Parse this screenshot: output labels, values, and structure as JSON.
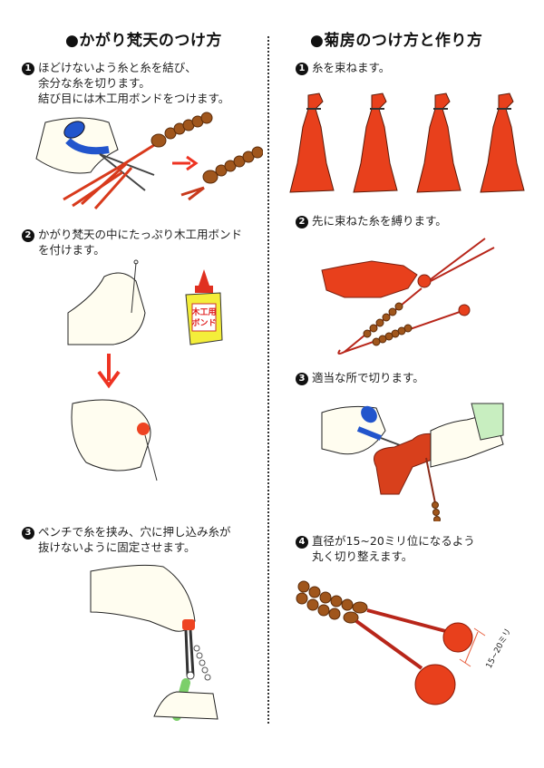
{
  "left_section": {
    "title": "●かがり梵天のつけ方",
    "steps": [
      {
        "number": "1",
        "lines": [
          "ほどけないよう糸と糸を結び、",
          "余分な糸を切ります。",
          "結び目には木工用ボンドをつけます。"
        ]
      },
      {
        "number": "2",
        "lines": [
          "かがり梵天の中にたっぷり木工用ボンド",
          "を付けます。"
        ]
      },
      {
        "number": "3",
        "lines": [
          "ペンチで糸を挟み、穴に押し込み糸が",
          "抜けないように固定させます。"
        ]
      }
    ],
    "bond_label": [
      "木工用",
      "ボンド"
    ]
  },
  "right_section": {
    "title": "●菊房のつけ方と作り方",
    "steps": [
      {
        "number": "1",
        "lines": [
          "糸を束ねます。"
        ]
      },
      {
        "number": "2",
        "lines": [
          "先に束ねた糸を縛ります。"
        ]
      },
      {
        "number": "3",
        "lines": [
          "適当な所で切ります。"
        ]
      },
      {
        "number": "4",
        "lines": [
          "直径が15~20ミリ位になるよう",
          "丸く切り整えます。"
        ]
      }
    ],
    "dimension_label": "15~20ミリ"
  },
  "colors": {
    "tassel_red": "#e8401c",
    "cord_red": "#b8261a",
    "bead_brown": "#a0561c",
    "scissors_blue": "#2255cc",
    "arrow_red": "#ee3322",
    "bond_yellow": "#f4ee3a",
    "sleeve_green": "#c8eec0",
    "plier_green": "#7ccf6a",
    "skin": "#fffdf0"
  }
}
